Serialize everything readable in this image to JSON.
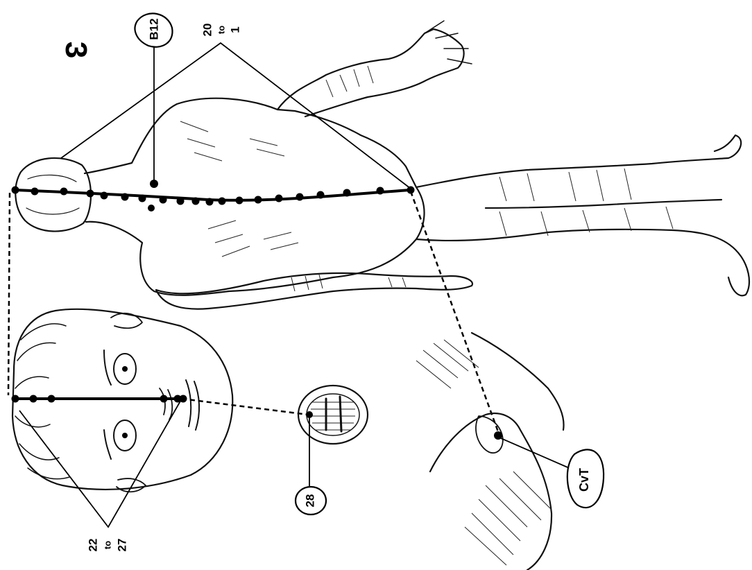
{
  "figure_number": "3",
  "labels": {
    "b12": "B12",
    "back_range": {
      "from": "20",
      "to_word": "to",
      "to": "1"
    },
    "face_range": {
      "from": "22",
      "to_word": "to",
      "to": "27"
    },
    "mouth_point": "28",
    "perineum_point": "CvT"
  },
  "colors": {
    "ink": "#000000",
    "paper": "#ffffff"
  }
}
